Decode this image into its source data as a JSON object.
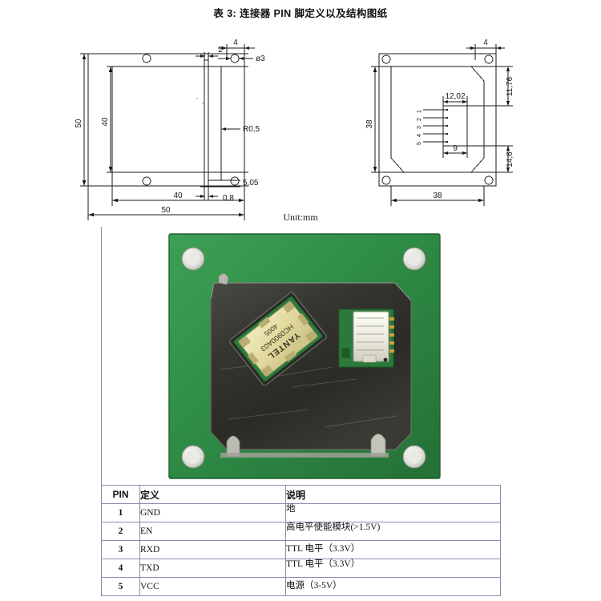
{
  "document": {
    "title": "表 3: 连接器 PIN 脚定义以及结构图纸",
    "unit_note": "Unit:mm"
  },
  "drawings": {
    "top_view": {
      "name": "top-view-outline",
      "outer_width": "50",
      "outer_height": "50",
      "inner_width": "40",
      "inner_height": "40",
      "hole_offset": "4",
      "hole_diameter": "ø3"
    },
    "side_view": {
      "name": "side-profile-view",
      "top_thickness": "2",
      "corner_radius": "R0,5",
      "body_height": "5,05",
      "pcb_thickness": "0,8"
    },
    "bottom_view": {
      "name": "bottom-view-connector",
      "board_width": "38",
      "board_height": "38",
      "hole_offset": "4",
      "connector_offset_x": "12,02",
      "connector_width": "9",
      "connector_top_dim": "11,76",
      "connector_bottom_dim": "14,6",
      "pin_labels": [
        "1",
        "2",
        "3",
        "4",
        "5"
      ]
    }
  },
  "photo": {
    "name": "pcb-module-photograph",
    "chip_marking": {
      "brand": "YANTEL",
      "part": "HC0900A03",
      "datecode": "4005"
    },
    "colors": {
      "pcb_green": "#2f8f46",
      "shield_dark": "#33332f",
      "chip_gold": "#e8e0a8",
      "connector_white": "#efeee6"
    }
  },
  "pin_table": {
    "headers": [
      "PIN",
      "定义",
      "说明"
    ],
    "rows": [
      {
        "pin": "1",
        "definition": "GND",
        "description": "地"
      },
      {
        "pin": "2",
        "definition": "EN",
        "description": "高电平使能模块(>1.5V)"
      },
      {
        "pin": "3",
        "definition": "RXD",
        "description": "TTL 电平（3.3V）"
      },
      {
        "pin": "4",
        "definition": "TXD",
        "description": "TTL 电平（3.3V）"
      },
      {
        "pin": "5",
        "definition": "VCC",
        "description": "电源（3-5V）"
      }
    ],
    "border_color": "#8b8bac"
  }
}
